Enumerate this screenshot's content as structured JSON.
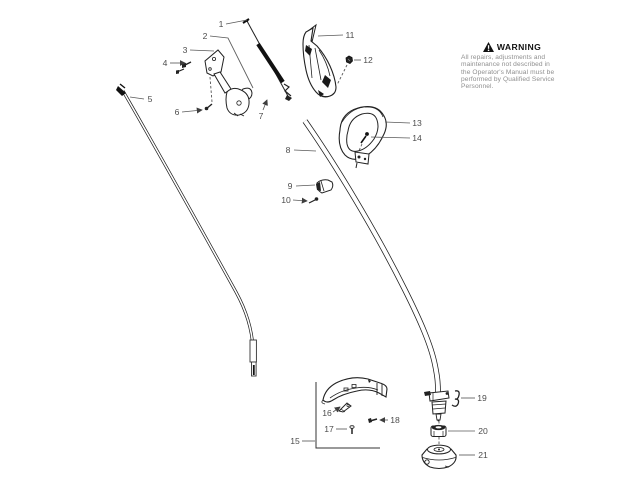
{
  "warning": {
    "heading": "WARNING",
    "lines": [
      "All repairs, adjustments and",
      "maintenance not described in",
      "the Operator's Manual must be",
      "performed by Qualified Service",
      "Personnel."
    ]
  },
  "callouts": {
    "c1": "1",
    "c2": "2",
    "c3": "3",
    "c4": "4",
    "c5": "5",
    "c6": "6",
    "c7": "7",
    "c8": "8",
    "c9": "9",
    "c10": "10",
    "c11": "11",
    "c12": "12",
    "c13": "13",
    "c14": "14",
    "c15": "15",
    "c16": "16",
    "c17": "17",
    "c18": "18",
    "c19": "19",
    "c20": "20",
    "c21": "21"
  },
  "colors": {
    "line_art": "#1a1a1a",
    "callout_text": "#4d4d4d",
    "warning_text": "#8f8f8f",
    "background": "#ffffff"
  }
}
